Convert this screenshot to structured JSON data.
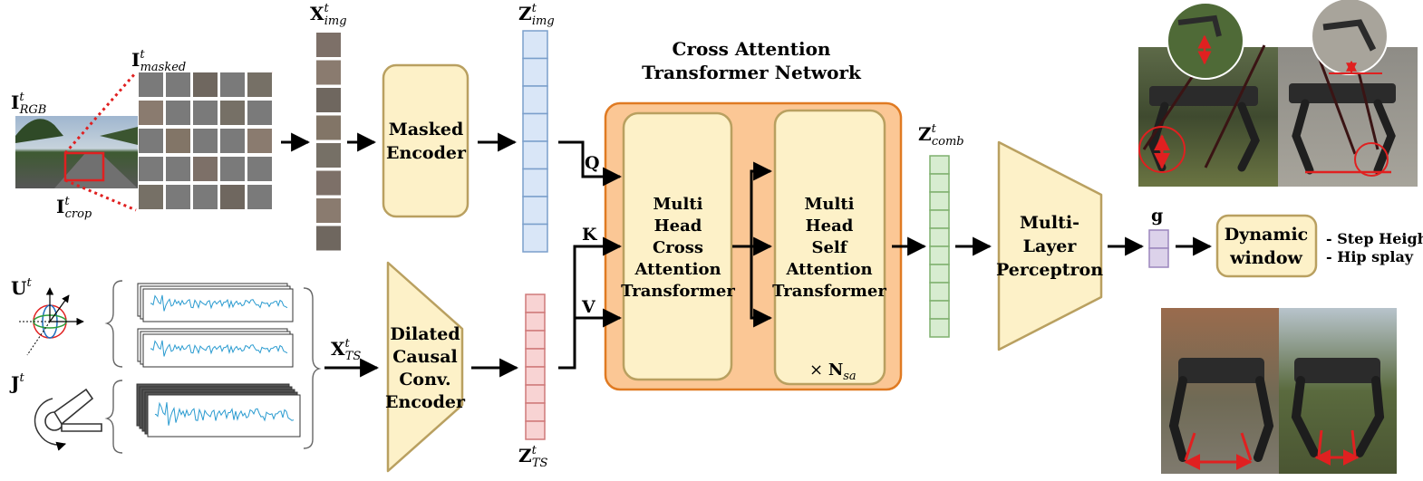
{
  "labels": {
    "i_rgb": {
      "main": "I",
      "sup": "t",
      "sub": "RGB"
    },
    "i_masked": {
      "main": "I",
      "sup": "t",
      "sub": "masked"
    },
    "i_crop": {
      "main": "I",
      "sup": "t",
      "sub": "crop"
    },
    "x_img": {
      "main": "X",
      "sup": "t",
      "sub": "img"
    },
    "z_img": {
      "main": "Z",
      "sup": "t",
      "sub": "img"
    },
    "u_t": {
      "main": "U",
      "sup": "t"
    },
    "j_t": {
      "main": "J",
      "sup": "t"
    },
    "x_ts": {
      "main": "X",
      "sup": "t",
      "sub": "TS"
    },
    "z_ts": {
      "main": "Z",
      "sup": "t",
      "sub": "TS"
    },
    "z_comb": {
      "main": "Z",
      "sup": "t",
      "sub": "comb"
    },
    "q": "Q",
    "k": "K",
    "v": "V",
    "g": "g",
    "n_sa": {
      "prefix": "× ",
      "main": "N",
      "sub": "sa"
    }
  },
  "blocks": {
    "masked_encoder": [
      "Masked",
      "Encoder"
    ],
    "dilated_encoder": [
      "Dilated",
      "Causal",
      "Conv.",
      "Encoder"
    ],
    "cross_attention_title": [
      "Cross Attention",
      "Transformer Network"
    ],
    "mhca": [
      "Multi",
      "Head",
      "Cross",
      "Attention",
      "Transformer"
    ],
    "mhsa": [
      "Multi",
      "Head",
      "Self",
      "Attention",
      "Transformer"
    ],
    "mlp": [
      "Multi-",
      "Layer",
      "Perceptron"
    ],
    "dynamic_window": [
      "Dynamic",
      "window"
    ]
  },
  "outputs": [
    "- Step Height",
    "- Hip splay"
  ],
  "colors": {
    "block_fill": "#fdf1c8",
    "block_stroke": "#b9a060",
    "transformer_bg": "#fbc795",
    "transformer_stroke": "#e07a22",
    "z_img": "#d9e6f7",
    "z_img_stroke": "#7b9fcb",
    "z_ts": "#f8d3d3",
    "z_ts_stroke": "#cf7a7a",
    "z_comb": "#d7ecd0",
    "z_comb_stroke": "#7fb06e",
    "g_fill": "#dcd2ea",
    "g_stroke": "#9b86bd",
    "ts_line": "#2a9bd0",
    "red": "#e02020"
  }
}
